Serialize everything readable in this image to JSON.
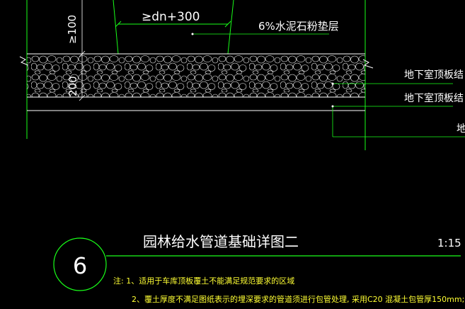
{
  "drawing": {
    "dimension_width": "≥dn+300",
    "dimension_top": "≥100",
    "dimension_gravel": "200",
    "label_cement": "6%水泥石粉垫层",
    "label_roof1": "地下室顶板结",
    "label_roof2": "地下室顶板结",
    "label_ground": "地"
  },
  "title_block": {
    "number": "6",
    "title": "园林给水管道基础详图二",
    "scale": "1:15"
  },
  "notes": {
    "note1": "注: 1、适用于车库顶板覆土不能满足规范要求的区域",
    "note2": "2、覆土厚度不满足图纸表示的埋深要求的管道须进行包管处理, 采用C20 混凝土包管厚150mm;"
  },
  "colors": {
    "background": "#000000",
    "line_white": "#ffffff",
    "line_green": "#19ff19",
    "text_yellow": "#ffff33",
    "text_white": "#ffffff"
  }
}
